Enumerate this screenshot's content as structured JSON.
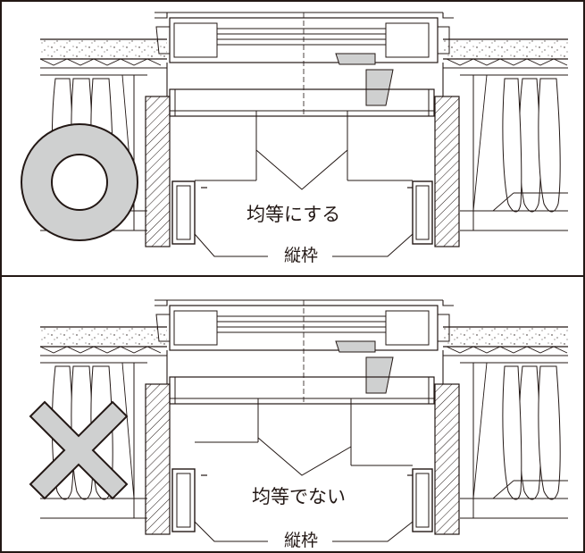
{
  "panels": [
    {
      "status": "ok",
      "symbol": "circle-mark",
      "mid_label": "均等にする",
      "bottom_label": "縦枠"
    },
    {
      "status": "ng",
      "symbol": "cross-mark",
      "mid_label": "均等でない",
      "bottom_label": "縦枠"
    }
  ],
  "colors": {
    "line": "#231815",
    "mark_fill": "#cfd0d0",
    "insulation": "#ffffff",
    "background": "#ffffff"
  }
}
